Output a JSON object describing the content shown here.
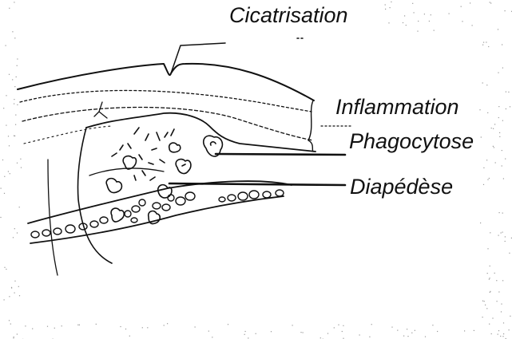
{
  "labels": {
    "cicatrisation": "Cicatrisation",
    "inflammation": "Inflammation",
    "phagocytose": "Phagocytose",
    "diapedese": "Diapédèse"
  },
  "colors": {
    "ink": "#111111",
    "background": "#ffffff",
    "speckle": "#9a9a9a"
  }
}
